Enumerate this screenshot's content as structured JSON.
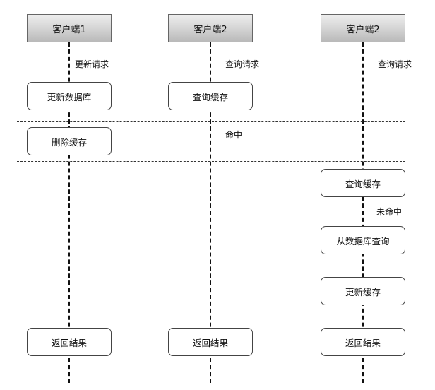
{
  "clients": [
    {
      "label": "客户端1"
    },
    {
      "label": "客户端2"
    },
    {
      "label": "客户端2"
    }
  ],
  "notes": {
    "col1_request": "更新请求",
    "col2_request": "查询请求",
    "col2_hit": "命中",
    "col3_request": "查询请求",
    "col3_miss": "未命中"
  },
  "boxes": {
    "col1_update_db": "更新数据库",
    "col1_delete_cache": "删除缓存",
    "col1_return": "返回结果",
    "col2_query_cache": "查询缓存",
    "col2_return": "返回结果",
    "col3_query_cache": "查询缓存",
    "col3_query_db": "从数据库查询",
    "col3_update_cache": "更新缓存",
    "col3_return": "返回结果"
  }
}
